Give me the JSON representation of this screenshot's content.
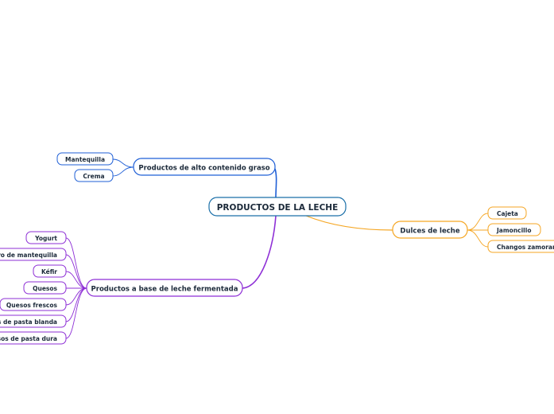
{
  "root": {
    "label": "PRODUCTOS DE LA LECHE",
    "color": "#1a6fa8"
  },
  "branches": [
    {
      "key": "grasos",
      "label": "Productos de alto contenido graso",
      "color": "#1f5fd6",
      "children": [
        "Mantequilla",
        "Crema"
      ]
    },
    {
      "key": "fermentada",
      "label": "Productos a base de leche fermentada",
      "color": "#8e2fd6",
      "children": [
        "Yogurt",
        "Suero de mantequilla",
        "Kéfir",
        "Quesos",
        "Quesos frescos",
        "Quesos de pasta blanda",
        "Quesos de pasta dura"
      ]
    },
    {
      "key": "dulces",
      "label": "Dulces de leche",
      "color": "#f5a623",
      "children": [
        "Cajeta",
        "Jamoncillo",
        "Changos zamoranos"
      ]
    }
  ]
}
